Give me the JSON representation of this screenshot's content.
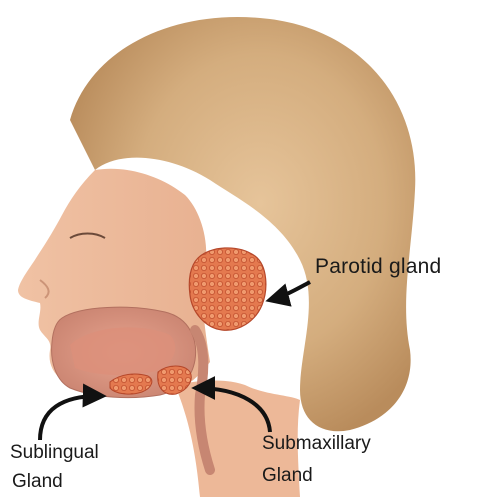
{
  "figure": {
    "subject": "head-profile-salivary-glands",
    "labels": {
      "parotid": "Parotid gland",
      "sublingual_line1": "Sublingual",
      "sublingual_line2": "Gland",
      "submaxillary_line1": "Submaxillary",
      "submaxillary_line2": "Gland"
    },
    "colors": {
      "background": "#ffffff",
      "hair": "#d7b48a",
      "skin": "#f2c9ad",
      "gland": "#e2714a",
      "arrow": "#111111"
    }
  }
}
